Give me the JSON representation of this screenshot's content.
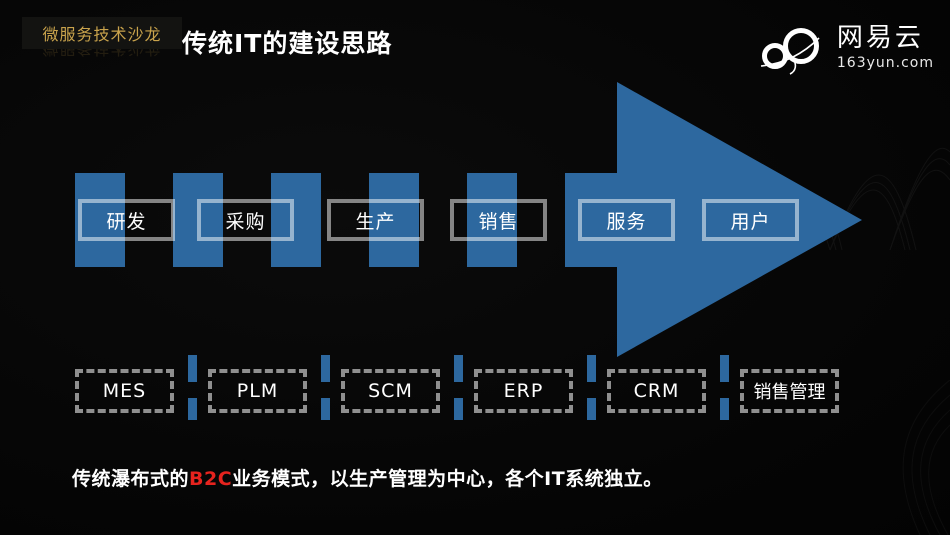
{
  "header": {
    "tag": "微服务技术沙龙",
    "title": "传统IT的建设思路",
    "logo_name": "网易云",
    "logo_domain": "163yun.com"
  },
  "flow_stages": [
    "研发",
    "采购",
    "生产",
    "销售",
    "服务",
    "用户"
  ],
  "it_systems": [
    "MES",
    "PLM",
    "SCM",
    "ERP",
    "CRM",
    "销售管理"
  ],
  "caption": {
    "prefix": "传统瀑布式的",
    "highlight": "B2C",
    "suffix": "业务模式，以生产管理为中心，各个IT系统独立。"
  },
  "colors": {
    "accent_blue": "#2d689f",
    "gold": "#c9a34c",
    "highlight_red": "#e6231e",
    "box_border": "rgba(255,255,255,0.5)",
    "dashed_border": "#8f8f8f",
    "background": "#060606"
  }
}
